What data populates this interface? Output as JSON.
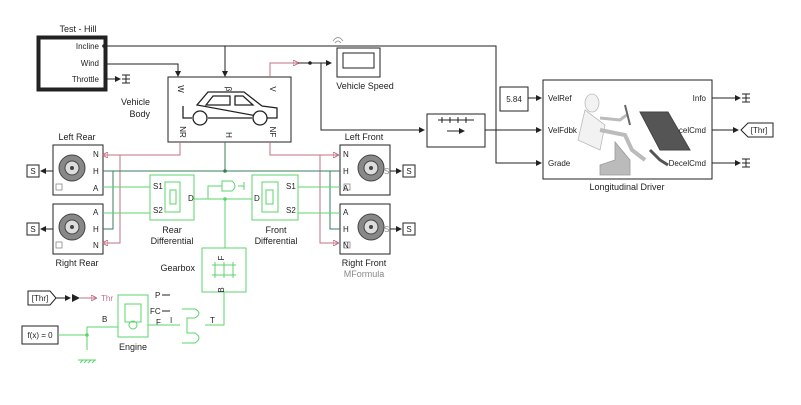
{
  "test_hill": {
    "title": "Test - Hill",
    "ports": [
      "Incline",
      "Wind",
      "Throttle"
    ]
  },
  "vehicle_body": {
    "label_line1": "Vehicle",
    "label_line2": "Body",
    "ports_top": [
      "W",
      "β",
      "V"
    ],
    "ports_bottom": [
      "NR",
      "H",
      "NF"
    ]
  },
  "vehicle_speed": {
    "label": "Vehicle Speed"
  },
  "wheels": {
    "left_rear": "Left Rear",
    "right_rear": "Right Rear",
    "left_front": "Left Front",
    "right_front": "Right Front",
    "subtitle": "MFormula",
    "ports": [
      "N",
      "H",
      "A"
    ],
    "s_label": "S"
  },
  "rear_differential": {
    "line1": "Rear",
    "line2": "Differential",
    "ports": [
      "S1",
      "S2",
      "D"
    ]
  },
  "front_differential": {
    "line1": "Front",
    "line2": "Differential",
    "ports": [
      "S1",
      "S2",
      "D"
    ]
  },
  "gearbox": {
    "label": "Gearbox",
    "ports": [
      "F",
      "B"
    ]
  },
  "engine": {
    "label": "Engine",
    "ports": [
      "B",
      "P",
      "FC",
      "F",
      "I",
      "T"
    ]
  },
  "thr_source": {
    "tag": "[Thr]",
    "out": "Thr"
  },
  "solver": {
    "label": "f(x) = 0"
  },
  "constant": {
    "value": "5.84"
  },
  "driver": {
    "label": "Longitudinal Driver",
    "inputs": [
      "VelRef",
      "VelFdbk",
      "Grade"
    ],
    "outputs": [
      "Info",
      "AccelCmd",
      "DecelCmd"
    ],
    "goto_tag": "[Thr]"
  },
  "colors": {
    "signal": "#222222",
    "mechanical": "#3a7d5a",
    "physical": "#c07080",
    "simscape": "#5bd46e"
  }
}
